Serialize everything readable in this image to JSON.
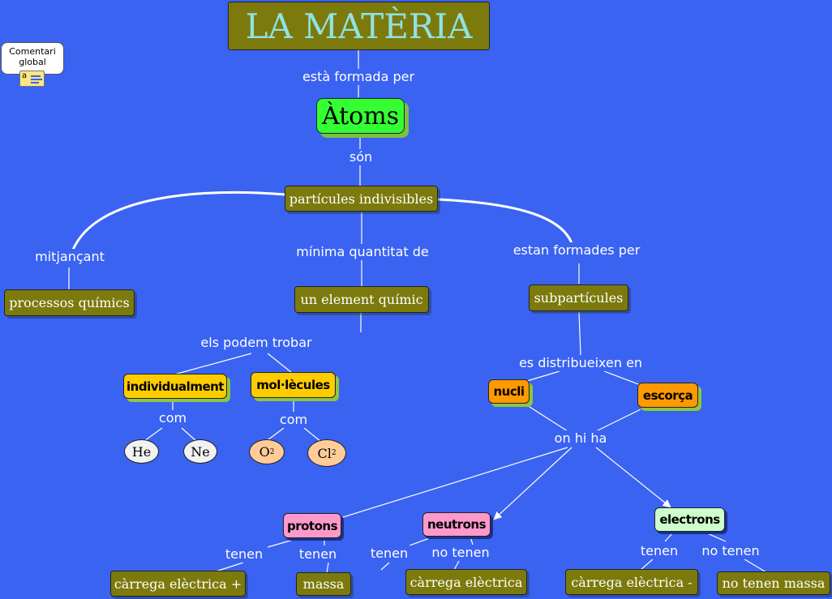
{
  "title": "LA MATÈRIA",
  "comment": {
    "label": "Comentari\nglobal",
    "icon": "note-icon",
    "icon_letter": "a"
  },
  "colors": {
    "background": "#3a63f2",
    "olive": "#7c7a0d",
    "yellow": "#ffcc00",
    "orange": "#ff9900",
    "pink": "#ff99cc",
    "mint": "#ccffcc",
    "green": "#33ff33"
  },
  "nodes": {
    "atoms": "Àtoms",
    "particules": "partícules indivisibles",
    "processos": "processos químics",
    "element": "un element químic",
    "subparticules": "subpartícules",
    "individualment": "individualment",
    "molecules": "mol·lècules",
    "he": "He",
    "ne": "Ne",
    "o2_base": "O",
    "o2_sub": "2",
    "cl2_base": "Cl",
    "cl2_sub": "2",
    "nucli": "nucli",
    "escorca": "escorça",
    "protons": "protons",
    "neutrons": "neutrons",
    "electrons": "electrons",
    "carrega_pos": "càrrega elèctrica +",
    "massa": "massa",
    "carrega": "càrrega elèctrica",
    "carrega_neg": "càrrega elèctrica -",
    "no_massa": "no tenen massa"
  },
  "links": {
    "formada": "està formada per",
    "son": "són",
    "mitjancant": "mitjançant",
    "minima": "mínima quantitat de",
    "estan": "estan formades per",
    "podem": "els podem trobar",
    "com1": "com",
    "com2": "com",
    "distribueixen": "es distribueixen en",
    "onhiha": "on hi ha",
    "tenen1": "tenen",
    "tenen2": "tenen",
    "tenen3": "tenen",
    "notenen1": "no tenen",
    "tenen4": "tenen",
    "notenen2": "no tenen"
  }
}
